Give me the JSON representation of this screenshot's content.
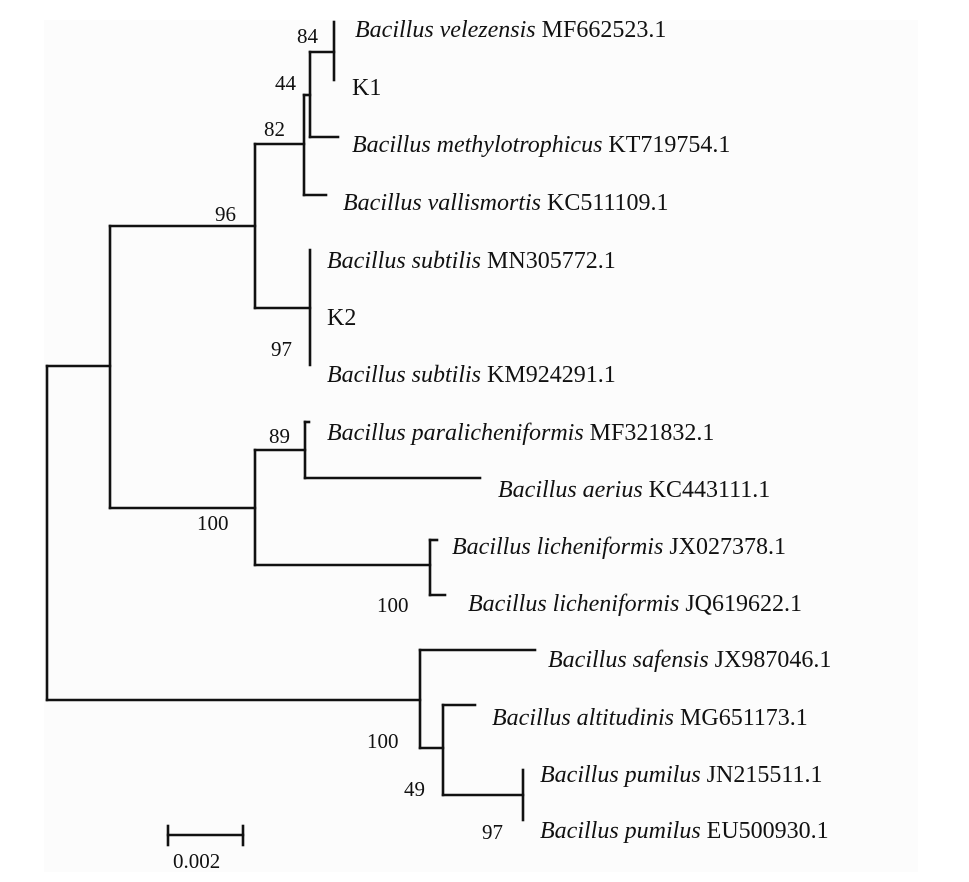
{
  "taxa": [
    {
      "genus_species": "Bacillus velezensis",
      "accession": "MF662523.1"
    },
    {
      "genus_species": "",
      "accession": "K1"
    },
    {
      "genus_species": "Bacillus methylotrophicus",
      "accession": "KT719754.1"
    },
    {
      "genus_species": "Bacillus vallismortis",
      "accession": "KC511109.1"
    },
    {
      "genus_species": "Bacillus subtilis",
      "accession": "MN305772.1"
    },
    {
      "genus_species": "",
      "accession": "K2"
    },
    {
      "genus_species": "Bacillus subtilis",
      "accession": "KM924291.1"
    },
    {
      "genus_species": "Bacillus paralicheniformis",
      "accession": "MF321832.1"
    },
    {
      "genus_species": "Bacillus aerius",
      "accession": "KC443111.1"
    },
    {
      "genus_species": "Bacillus licheniformis",
      "accession": "JX027378.1"
    },
    {
      "genus_species": "Bacillus licheniformis",
      "accession": "JQ619622.1"
    },
    {
      "genus_species": "Bacillus safensis",
      "accession": "JX987046.1"
    },
    {
      "genus_species": "Bacillus altitudinis",
      "accession": "MG651173.1"
    },
    {
      "genus_species": "Bacillus pumilus",
      "accession": "JN215511.1"
    },
    {
      "genus_species": "Bacillus pumilus",
      "accession": "EU500930.1"
    }
  ],
  "bootstrap": [
    "84",
    "44",
    "82",
    "96",
    "97",
    "89",
    "100",
    "100",
    "100",
    "49",
    "97"
  ],
  "scale_bar": {
    "label": "0.002",
    "value": 0.002
  }
}
